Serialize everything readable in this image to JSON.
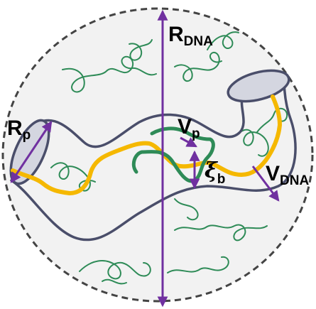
{
  "labels": {
    "r_dna": {
      "main": "R",
      "sub": "DNA"
    },
    "r_p": {
      "main": "R",
      "sub": "p"
    },
    "v_p": {
      "main": "V",
      "sub": "p"
    },
    "v_dna": {
      "main": "V",
      "sub": "DNA"
    },
    "xi_b": {
      "main": "ξ",
      "sub": "b"
    }
  },
  "colors": {
    "background_fill": "#f2f2f2",
    "boundary_stroke": "#444444",
    "tube_stroke": "#4a4e6a",
    "tube_end_fill": "#d4d6e0",
    "dna_green": "#2e8b57",
    "polymer_yellow": "#f5b800",
    "arrow_purple": "#7030a0"
  }
}
